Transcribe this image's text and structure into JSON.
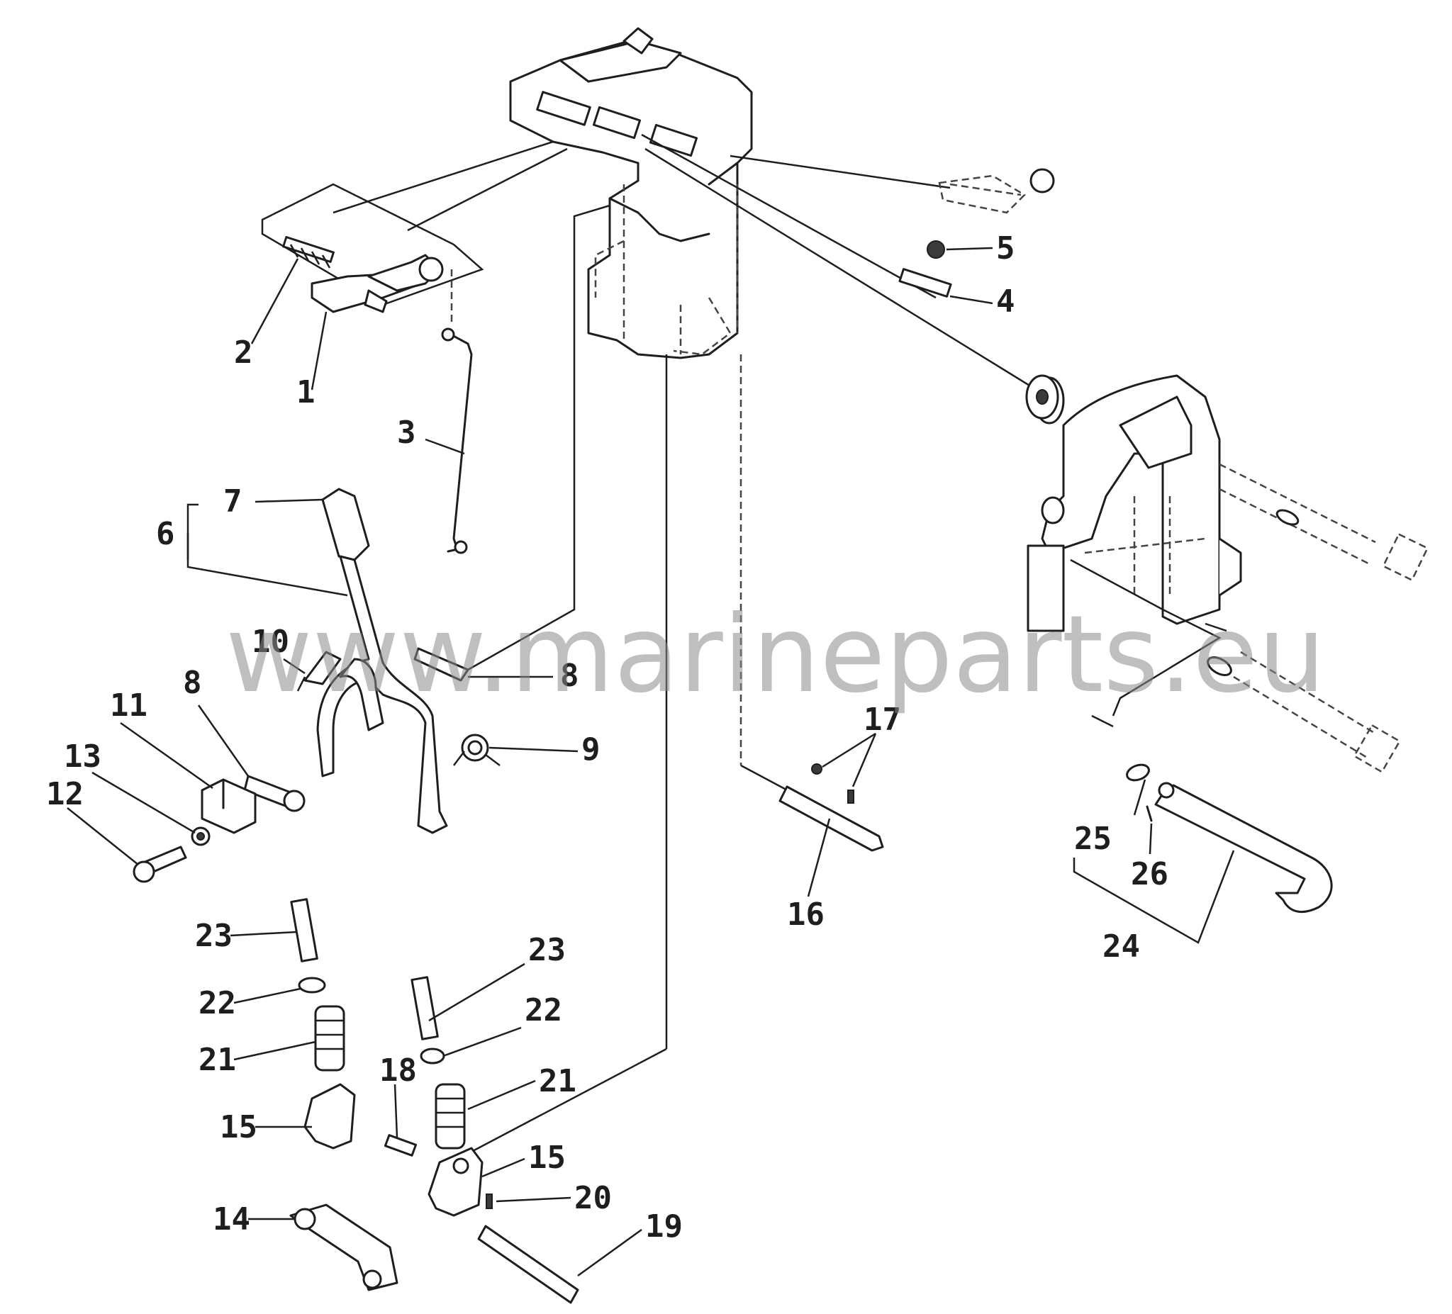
{
  "watermark": "www.marineparts.eu",
  "callouts": {
    "c1": "1",
    "c2": "2",
    "c3": "3",
    "c4": "4",
    "c5": "5",
    "c6": "6",
    "c7": "7",
    "c8a": "8",
    "c8b": "8",
    "c9": "9",
    "c10": "10",
    "c11": "11",
    "c12": "12",
    "c13": "13",
    "c14": "14",
    "c15a": "15",
    "c15b": "15",
    "c16": "16",
    "c17": "17",
    "c18": "18",
    "c19": "19",
    "c20": "20",
    "c21a": "21",
    "c21b": "21",
    "c22a": "22",
    "c22b": "22",
    "c23a": "23",
    "c23b": "23",
    "c24": "24",
    "c25": "25",
    "c26": "26"
  }
}
